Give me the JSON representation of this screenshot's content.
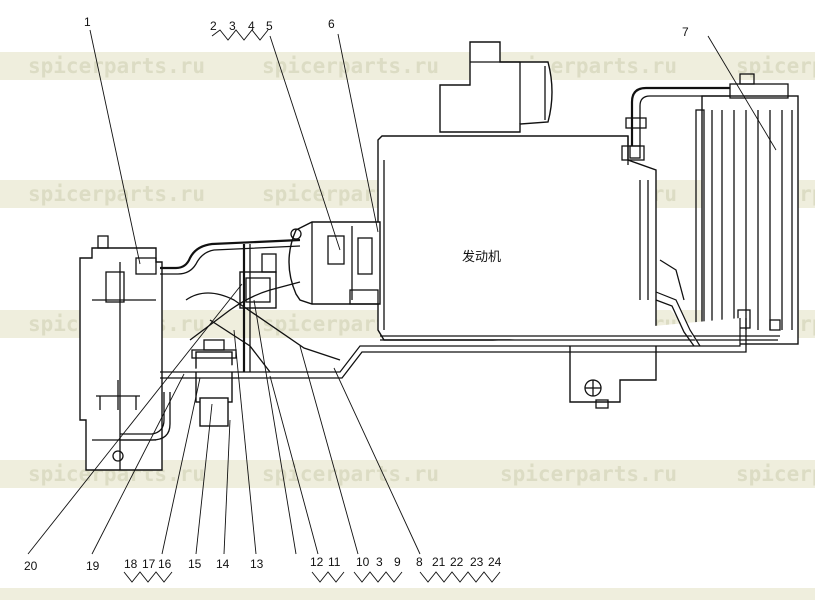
{
  "watermark": {
    "text": "spicerparts.ru"
  },
  "engine_label": "发动机",
  "callouts": {
    "n1": "1",
    "n2": "2",
    "n3a": "3",
    "n4": "4",
    "n5": "5",
    "n6": "6",
    "n7": "7",
    "n20": "20",
    "n19": "19",
    "n18": "18",
    "n17": "17",
    "n16": "16",
    "n15": "15",
    "n14": "14",
    "n13": "13",
    "n12": "12",
    "n11": "11",
    "n10": "10",
    "n3b": "3",
    "n9": "9",
    "n8": "8",
    "n21": "21",
    "n22": "22",
    "n23": "23",
    "n24": "24"
  },
  "colors": {
    "line": "#111111",
    "watermark": "#dcdcc4",
    "band": "#efeedd"
  }
}
